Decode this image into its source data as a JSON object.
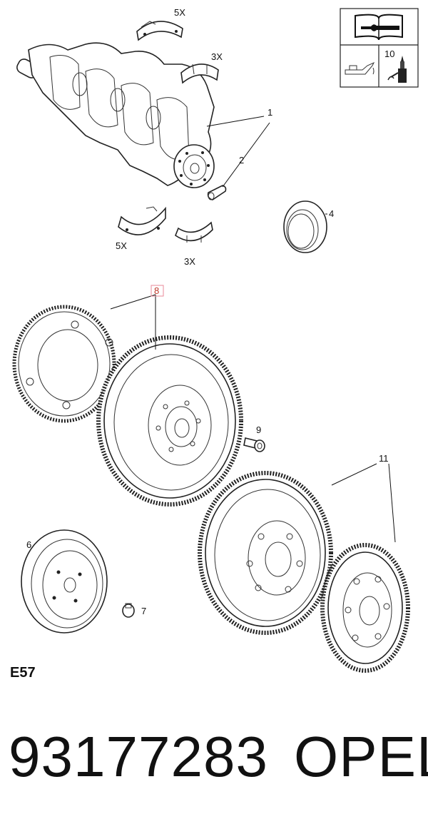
{
  "callouts": {
    "qty_top_bearing": "5X",
    "qty_top_thrust": "3X",
    "qty_bottom_bearing": "5X",
    "qty_bottom_thrust": "3X",
    "p1": "1",
    "p2": "2",
    "p4": "4",
    "p6": "6",
    "p7": "7",
    "p8": "8",
    "p9": "9",
    "p10": "10",
    "p11": "11"
  },
  "diagram_code": "E57",
  "part_number": "93177283",
  "brand": "OPEL",
  "colors": {
    "highlight": "#e88a9a",
    "ink": "#111111"
  },
  "icons": [
    "manual-book-icon",
    "oil-can-icon",
    "sealant-tube-icon"
  ]
}
